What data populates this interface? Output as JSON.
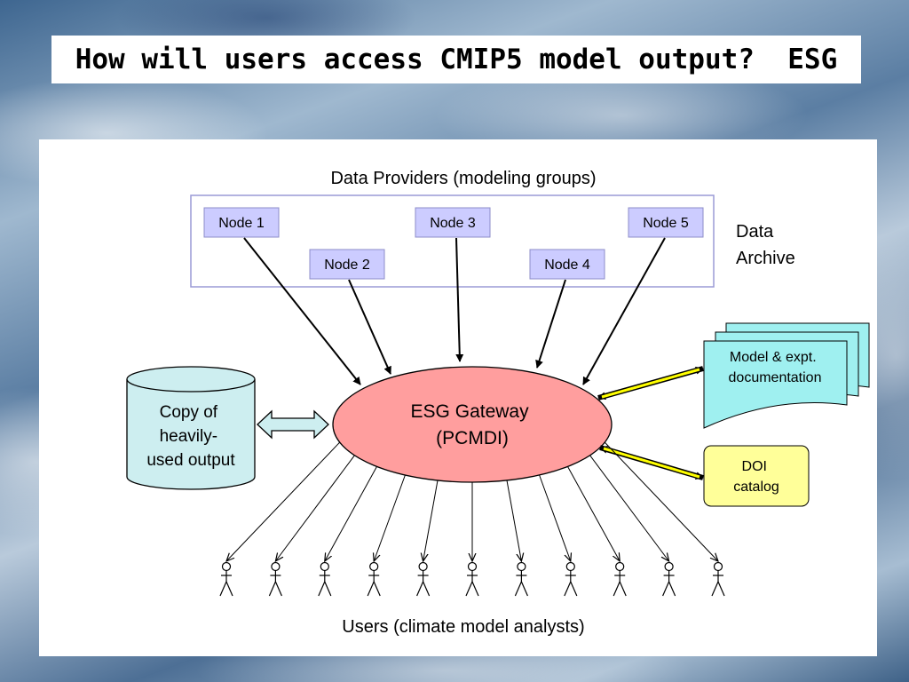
{
  "title": "How will users access CMIP5 model output?  ESG",
  "diagram": {
    "providers_label": "Data Providers (modeling groups)",
    "archive_label_line1": "Data",
    "archive_label_line2": "Archive",
    "nodes": [
      {
        "label": "Node 1"
      },
      {
        "label": "Node 2"
      },
      {
        "label": "Node 3"
      },
      {
        "label": "Node 4"
      },
      {
        "label": "Node 5"
      }
    ],
    "gateway_line1": "ESG Gateway",
    "gateway_line2": "(PCMDI)",
    "copy_line1": "Copy of",
    "copy_line2": "heavily-",
    "copy_line3": "used output",
    "docs_line1": "Model & expt.",
    "docs_line2": "documentation",
    "doi_line1": "DOI",
    "doi_line2": "catalog",
    "users_label": "Users (climate model analysts)",
    "user_count": 11,
    "colors": {
      "node_fill": "#ccccff",
      "node_border": "#8c8cc8",
      "gateway_fill": "#ff9e9e",
      "cylinder_fill": "#cdeef0",
      "docs_fill": "#9ff0f0",
      "doi_fill": "#ffff99",
      "yellow_arrow": "#ffff00"
    }
  }
}
